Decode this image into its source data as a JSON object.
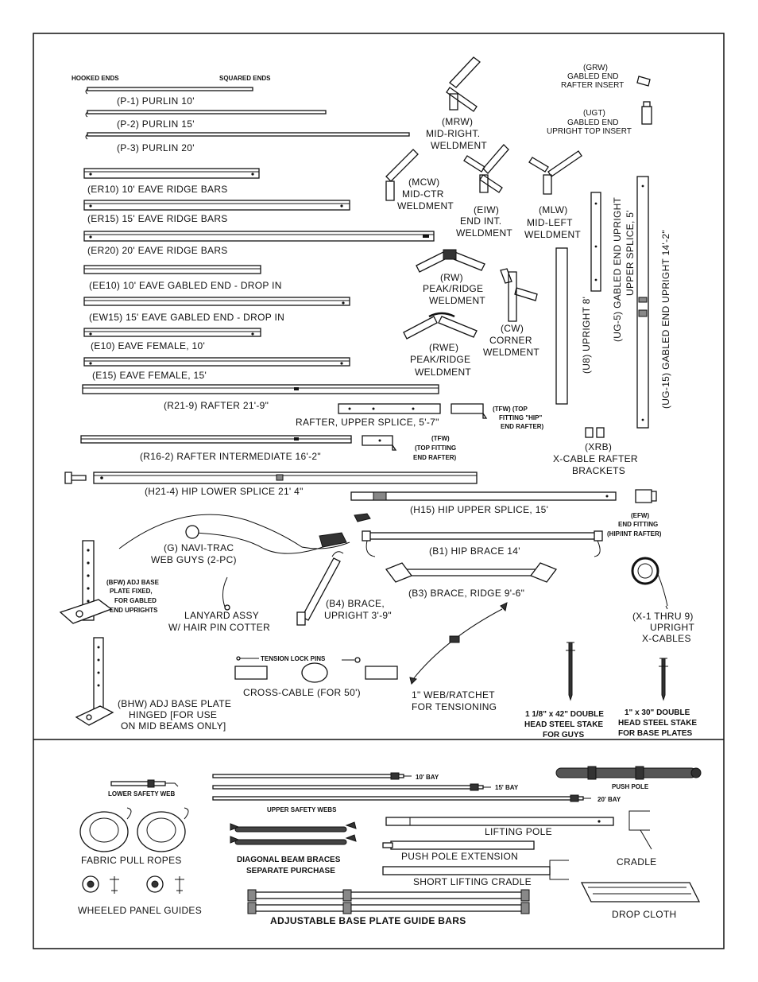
{
  "top": {
    "end_labels": {
      "hooked": "HOOKED ENDS",
      "squared": "SQUARED ENDS"
    },
    "purlins": [
      "(P-1) PURLIN 10'",
      "(P-2) PURLIN 15'",
      "(P-3) PURLIN 20'"
    ],
    "eave_ridge": [
      "(ER10) 10' EAVE RIDGE BARS",
      "(ER15) 15' EAVE RIDGE BARS",
      "(ER20) 20' EAVE RIDGE BARS"
    ],
    "eave_gabled": [
      "(EE10) 10' EAVE GABLED END - DROP IN",
      "(EW15) 15' EAVE GABLED END - DROP IN"
    ],
    "eave_female": [
      "(E10) EAVE FEMALE, 10'",
      "(E15) EAVE FEMALE, 15'"
    ],
    "rafter_r21": "(R21-9) RAFTER 21'-9\"",
    "rafter_upper_splice": "RAFTER, UPPER SPLICE, 5'-7\"",
    "tfw_hip": [
      "(TFW) (TOP",
      "FITTING \"HIP\"",
      "END RAFTER)"
    ],
    "rafter_r16": "(R16-2) RAFTER INTERMEDIATE 16'-2\"",
    "tfw_end": [
      "(TFW)",
      "(TOP FITTING",
      "END RAFTER)"
    ],
    "hip_lower": "(H21-4) HIP LOWER SPLICE 21' 4\"",
    "hip_upper": "(H15) HIP UPPER SPLICE, 15'",
    "efw": [
      "(EFW)",
      "END FITTING",
      "(HIP/INT RAFTER)"
    ],
    "mrw": [
      "(MRW)",
      "MID-RIGHT.",
      "WELDMENT"
    ],
    "grw": [
      "(GRW)",
      "GABLED END",
      "RAFTER INSERT"
    ],
    "ugt": [
      "(UGT)",
      "GABLED END",
      "UPRIGHT TOP INSERT"
    ],
    "mcw": [
      "(MCW)",
      "MID-CTR",
      "WELDMENT"
    ],
    "eiw": [
      "(EIW)",
      "END INT.",
      "WELDMENT"
    ],
    "mlw": [
      "(MLW)",
      "MID-LEFT",
      "WELDMENT"
    ],
    "rw": [
      "(RW)",
      "PEAK/RIDGE",
      "WELDMENT"
    ],
    "rwe": [
      "(RWE)",
      "PEAK/RIDGE",
      "WELDMENT"
    ],
    "cw": [
      "(CW)",
      "CORNER",
      "WELDMENT"
    ],
    "u8": "(U8) UPRIGHT 8'",
    "ug5": [
      "(UG-5) GABLED END UPRIGHT",
      "UPPER SPLICE, 5'"
    ],
    "ug15": "(UG-15) GABLED END UPRIGHT 14'-2\"",
    "xrb": [
      "(XRB)",
      "X-CABLE RAFTER",
      "BRACKETS"
    ],
    "web_guys": [
      "(G) NAVI-TRAC",
      "WEB GUYS (2-PC)"
    ],
    "bfw": [
      "(BFW) ADJ BASE",
      "PLATE FIXED,",
      "FOR GABLED",
      "END UPRIGHTS"
    ],
    "lanyard": [
      "LANYARD ASSY",
      "W/ HAIR PIN COTTER"
    ],
    "b4": [
      "(B4) BRACE,",
      "UPRIGHT 3'-9\""
    ],
    "b1": "(B1) HIP BRACE 14'",
    "b3": "(B3) BRACE, RIDGE 9'-6\"",
    "x_cables": [
      "(X-1 THRU 9)",
      "UPRIGHT",
      "X-CABLES"
    ],
    "tension_pins": "TENSION LOCK PINS",
    "cross_cable": "CROSS-CABLE (FOR 50')",
    "ratchet": [
      "1\" WEB/RATCHET",
      "FOR TENSIONING"
    ],
    "bhw": [
      "(BHW) ADJ BASE PLATE",
      "HINGED [FOR USE",
      "ON MID BEAMS ONLY]"
    ],
    "stake_guys": [
      "1 1/8\" x 42\" DOUBLE",
      "HEAD STEEL STAKE",
      "FOR GUYS"
    ],
    "stake_base": [
      "1\" x 30\" DOUBLE",
      "HEAD STEEL STAKE",
      "FOR BASE PLATES"
    ]
  },
  "bottom": {
    "lower_safety_web": "LOWER SAFETY WEB",
    "bays": [
      "10' BAY",
      "15' BAY",
      "20' BAY"
    ],
    "upper_safety_webs": "UPPER SAFETY WEBS",
    "push_pole": "PUSH POLE",
    "lifting_pole": "LIFTING POLE",
    "cradle": "CRADLE",
    "fabric_pull_ropes": "FABRIC PULL ROPES",
    "diagonal": [
      "DIAGONAL BEAM BRACES",
      "SEPARATE PURCHASE"
    ],
    "push_pole_ext": "PUSH POLE EXTENSION",
    "short_lifting": "SHORT LIFTING CRADLE",
    "wheeled": "WHEELED PANEL GUIDES",
    "adj_guide": "ADJUSTABLE BASE PLATE GUIDE BARS",
    "drop_cloth": "DROP CLOTH"
  }
}
